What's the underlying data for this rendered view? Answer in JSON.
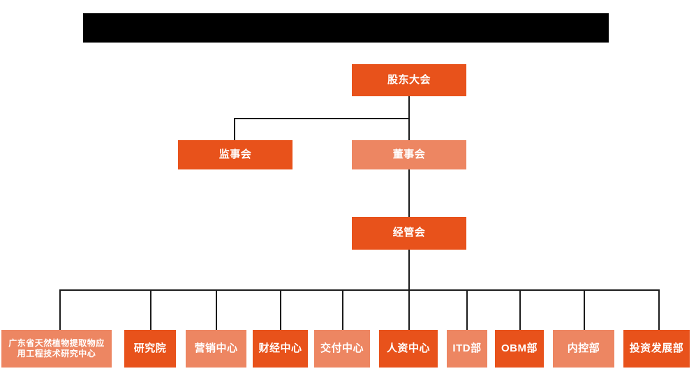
{
  "chart": {
    "title_bar": {
      "name": "redacted-title-bar",
      "text": ""
    },
    "accent_color": "#e8521b",
    "light_color": "#ed8662",
    "line_color": "#1a1a1a",
    "background": "#ffffff",
    "levels": [
      {
        "level": 1,
        "nodes": [
          {
            "id": "shareholders-meeting",
            "label": "股东大会",
            "style": "accent"
          }
        ]
      },
      {
        "level": 2,
        "nodes": [
          {
            "id": "board-of-supervisors",
            "label": "监事会",
            "style": "accent"
          },
          {
            "id": "board-of-directors",
            "label": "董事会",
            "style": "light"
          }
        ]
      },
      {
        "level": 3,
        "nodes": [
          {
            "id": "management-committee",
            "label": "经管会",
            "style": "accent"
          }
        ]
      },
      {
        "level": 4,
        "nodes": [
          {
            "id": "guangdong-research-center",
            "label": "广东省天然植物提取物应\n用工程技术研究中心",
            "style": "light"
          },
          {
            "id": "research-institute",
            "label": "研究院",
            "style": "accent"
          },
          {
            "id": "marketing-center",
            "label": "营销中心",
            "style": "light"
          },
          {
            "id": "finance-center",
            "label": "财经中心",
            "style": "accent"
          },
          {
            "id": "delivery-center",
            "label": "交付中心",
            "style": "light"
          },
          {
            "id": "hr-center",
            "label": "人资中心",
            "style": "accent"
          },
          {
            "id": "itd-department",
            "label": "ITD部",
            "style": "light"
          },
          {
            "id": "obm-department",
            "label": "OBM部",
            "style": "accent"
          },
          {
            "id": "internal-control-department",
            "label": "内控部",
            "style": "light"
          },
          {
            "id": "investment-development-department",
            "label": "投资发展部",
            "style": "accent"
          }
        ]
      }
    ]
  }
}
